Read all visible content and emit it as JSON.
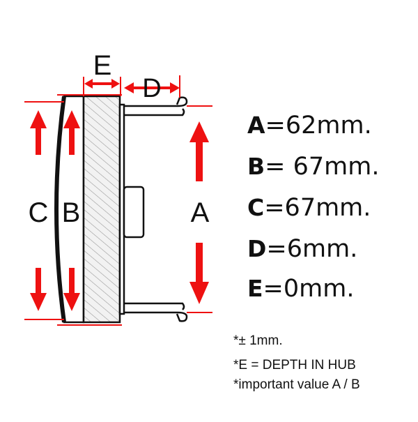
{
  "diagram": {
    "labels": {
      "e_top": "E",
      "d_top": "D",
      "c_side": "C",
      "b_side": "B",
      "a_side": "A"
    },
    "colors": {
      "arrow": "#ee1111",
      "outline": "#111111",
      "hatch": "#d0d0d0",
      "hatch_bg": "#f0f0f0"
    }
  },
  "specs": [
    {
      "letter": "A",
      "value": "=62mm."
    },
    {
      "letter": "B",
      "value": "= 67mm."
    },
    {
      "letter": "C",
      "value": "=67mm."
    },
    {
      "letter": "D",
      "value": "=6mm."
    },
    {
      "letter": "E",
      "value": "=0mm."
    }
  ],
  "notes": {
    "tolerance": "*± 1mm.",
    "depth": "*E = DEPTH IN HUB",
    "important": "*important value A / B"
  }
}
